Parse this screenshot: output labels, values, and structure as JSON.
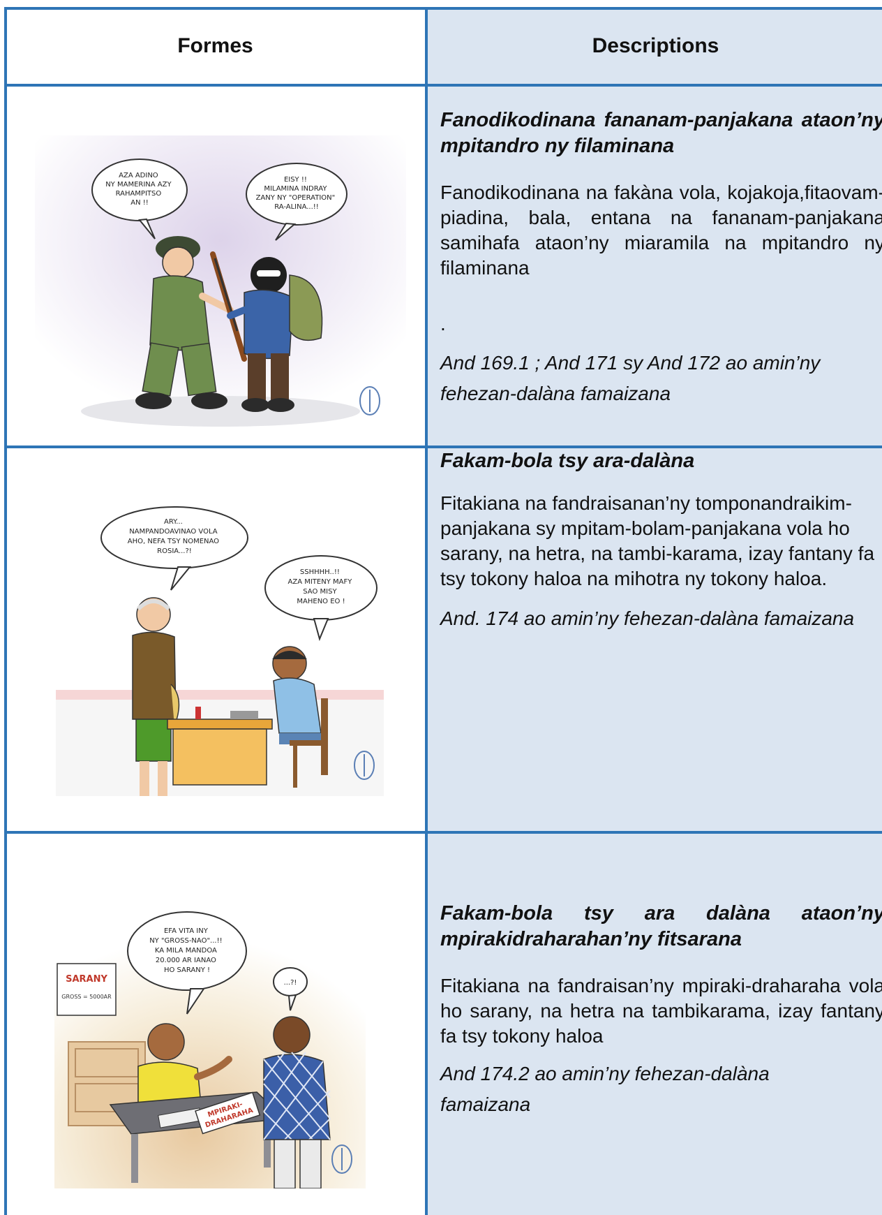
{
  "header": {
    "col_left": "Formes",
    "col_right": "Descriptions"
  },
  "rows": [
    {
      "title": "Fanodikodinana fananam-panjakana ataon’ny mpitandro ny filaminana",
      "body": "Fanodikodinana na fakàna vola, kojakoja,fitaovam-piadina, bala, entana na fananam-panjakana samihafa ataon’ny miaramila na mpitandro ny filaminana",
      "dot": ".",
      "ref": "And 169.1 ; And 171 sy And 172 ao amin’ny fehezan-dalàna famaizana",
      "bubble_left": [
        "AZA ADINO",
        "NY MAMERINA AZY",
        "RAHAMPITSO",
        "AN !!"
      ],
      "bubble_right": [
        "EISY !!",
        "MILAMINA INDRAY",
        "ZANY NY \"OPERATION\"",
        "RA-ALINA...!!"
      ]
    },
    {
      "title": "Fakam-bola tsy ara-dalàna",
      "body": "Fitakiana na fandraisanan’ny tomponandraikim-panjakana sy mpitam-bolam-panjakana vola ho sarany, na hetra, na tambi-karama, izay fantany fa tsy tokony haloa na mihotra ny tokony haloa.",
      "ref": "And. 174 ao amin’ny fehezan-dalàna famaizana",
      "bubble_left": [
        "ARY...",
        "NAMPANDOAVINAO VOLA",
        "AHO, NEFA TSY NOMENAO",
        "ROSIA...?!"
      ],
      "bubble_right": [
        "SSHHHH..!!",
        "AZA MITENY MAFY",
        "SAO MISY",
        "MAHENO EO !"
      ]
    },
    {
      "title": "Fakam-bola tsy ara dalàna ataon’ny mpirakidraharahan’ny fitsarana",
      "body": "Fitakiana na fandraisan’ny mpiraki-draharaha vola ho sarany, na hetra na tambikarama, izay fantany fa tsy tokony haloa",
      "ref": "And 174.2  ao amin’ny fehezan-dalàna famaizana",
      "bubble_left": [
        "EFA VITA INY",
        "NY \"GROSS-NAO\"...!!",
        "KA MILA MANDOA",
        "20.000 AR IANAO",
        "HO SARANY !"
      ],
      "bubble_right": [
        "...?!"
      ],
      "sign_title": "SARANY",
      "sign_line": "GROSS = 5000AR",
      "desk_sign": [
        "MPIRAKI-",
        "DRAHARAHA"
      ]
    }
  ]
}
